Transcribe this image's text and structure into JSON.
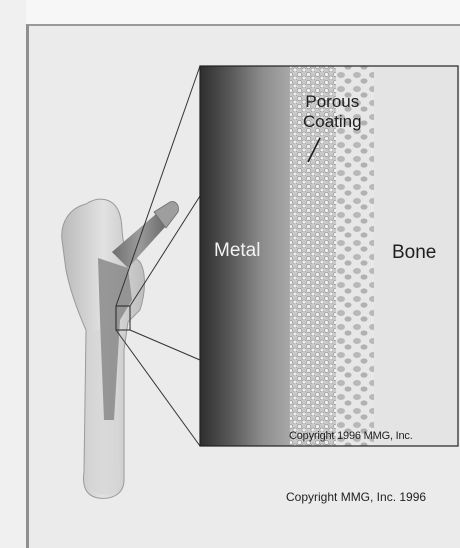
{
  "diagram": {
    "labels": {
      "metal": "Metal",
      "porous_coating_line1": "Porous",
      "porous_coating_line2": "Coating",
      "bone": "Bone",
      "inset_copyright": "Copyright 1996 MMG, Inc.",
      "page_copyright": "Copyright MMG, Inc.  1996"
    },
    "colors": {
      "metal_dark": "#3a3a3a",
      "metal_light": "#9a9a9a",
      "bone_bg": "#e6e6e6",
      "bone_shaft": "#cfcfcf",
      "implant": "#7d7d7d"
    },
    "icons": [
      "femur-implant-illustration",
      "zoom-callout-lines",
      "porous-texture"
    ]
  }
}
